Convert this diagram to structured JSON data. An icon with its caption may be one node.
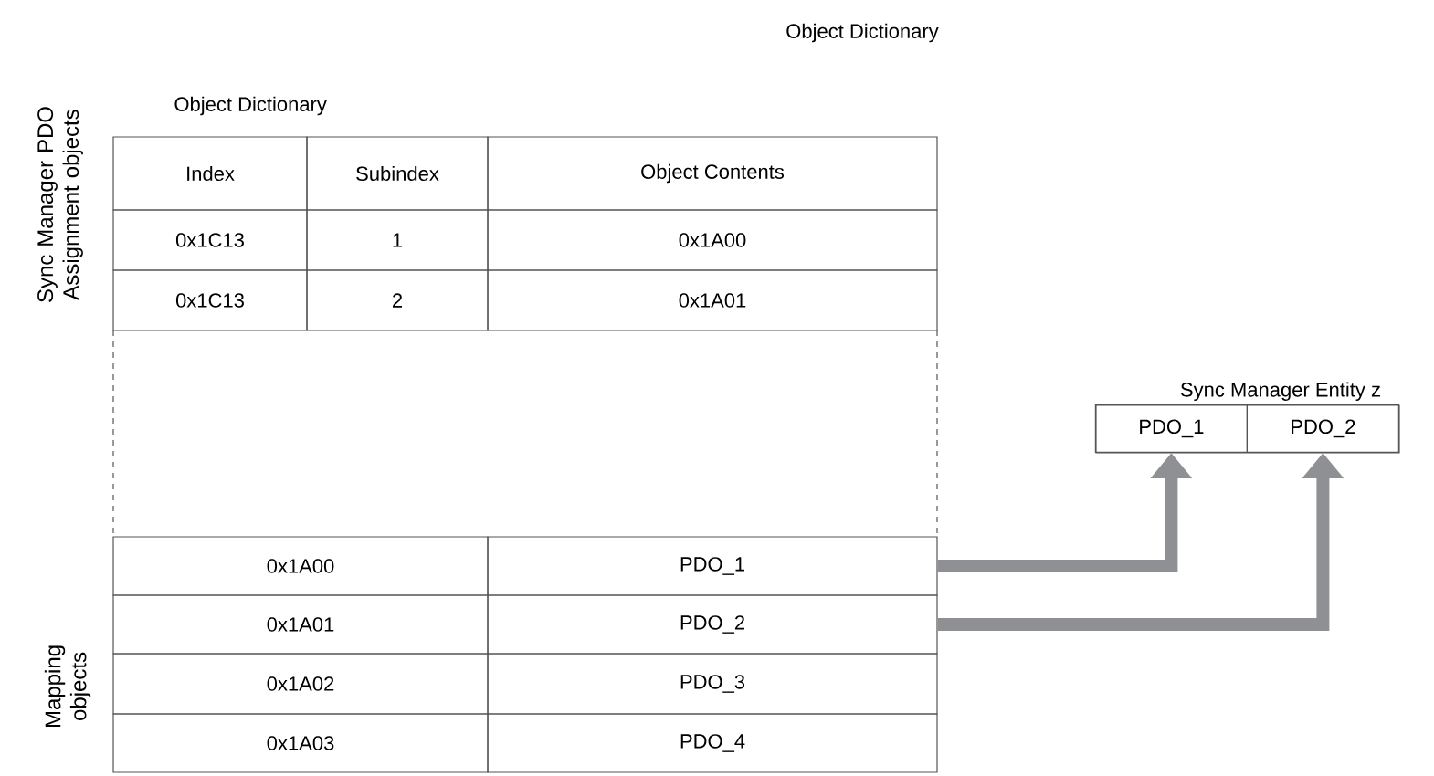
{
  "diagram": {
    "title": "Object Dictionary",
    "nodes": [
      {
        "text": [
          "Sync Manager Entity z"
        ]
      },
      {
        "text": [
          "PDO_1"
        ],
        "in": 0
      },
      {
        "text": [
          "PDO_2"
        ],
        "in": 0
      },
      {
        "text": [
          "PDO_1"
        ]
      },
      {
        "text": [
          "PDO_2"
        ]
      }
    ],
    "edges": [
      {
        "from": 3,
        "to": 1,
        "arrow": "to"
      },
      {
        "from": 4,
        "to": 2,
        "arrow": "to"
      }
    ],
    "labels": [
      "Sync Manager PDO Assignment objects",
      "Object Dictionary",
      "Index",
      "Subindex",
      "Object Contents",
      "0x1C13",
      "1",
      "0x1A00",
      "0x1C13",
      "2",
      "0x1A01",
      "0x1A00",
      "0x1A01",
      "0x1A02",
      "PDO_3",
      "0x1A03",
      "PDO_4",
      "Mapping objects"
    ]
  }
}
